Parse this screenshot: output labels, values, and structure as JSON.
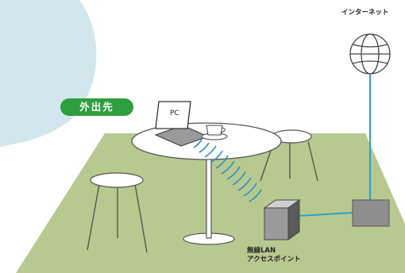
{
  "labels": {
    "internet": "インターネット",
    "location": "外出先",
    "pc": "PC",
    "access_point_line1": "無線LAN",
    "access_point_line2": "アクセスポイント"
  },
  "colors": {
    "floor": "#b7c98f",
    "background_blob": "#d3e6ed",
    "badge": "#2e9e3f",
    "cable": "#2a9fd0",
    "wifi_waves": "#2a8ec4"
  },
  "icons": [
    "globe-icon",
    "laptop-icon",
    "coffee-cup-icon",
    "wifi-signal-icon",
    "access-point-icon",
    "modem-icon"
  ]
}
